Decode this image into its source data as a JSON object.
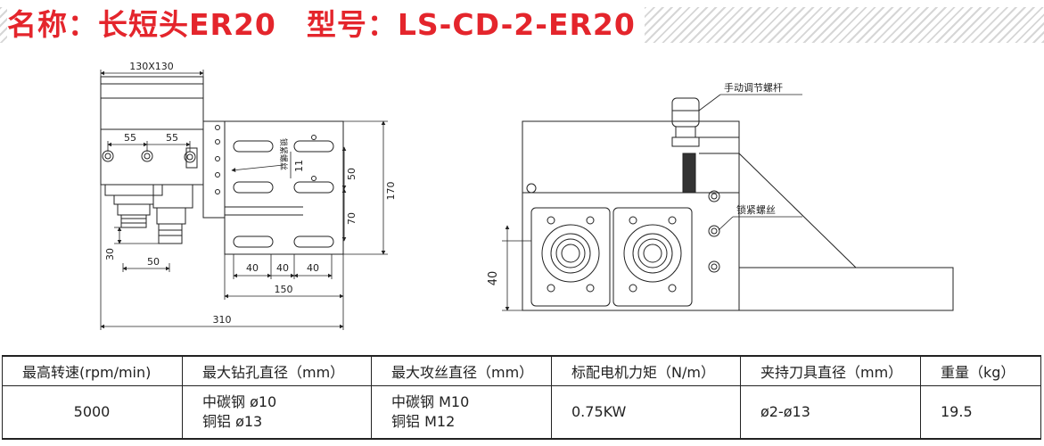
{
  "header": {
    "name_label": "名称：长短头ER20",
    "model_label": "型号：LS-CD-2-ER20"
  },
  "drawing_left": {
    "dim_top": "130X130",
    "dim_55_a": "55",
    "dim_55_b": "55",
    "dim_11": "11",
    "dim_50_v": "50",
    "dim_70": "70",
    "dim_170": "170",
    "dim_30": "30",
    "dim_50_h": "50",
    "dim_40_a": "40",
    "dim_40_b": "40",
    "dim_40_c": "40",
    "dim_150": "150",
    "dim_310": "310",
    "vertical_label": "锁紧螺丝"
  },
  "drawing_right": {
    "label_manual_screw": "手动调节螺杆",
    "label_lock_screw": "锁紧螺丝",
    "dim_40": "40"
  },
  "table": {
    "headers": [
      "最高转速(rpm/min)",
      "最大钻孔直径（mm）",
      "最大攻丝直径（mm）",
      "标配电机力矩（N/m）",
      "夹持刀具直径（mm）",
      "重量（kg）"
    ],
    "row": {
      "speed": "5000",
      "drill_line1": "中碳钢 ø10",
      "drill_line2": "铜铝 ø13",
      "tap_line1": "中碳钢 M10",
      "tap_line2": "铜铝 M12",
      "torque": "0.75KW",
      "clamp": "ø2-ø13",
      "weight": "19.5"
    }
  }
}
